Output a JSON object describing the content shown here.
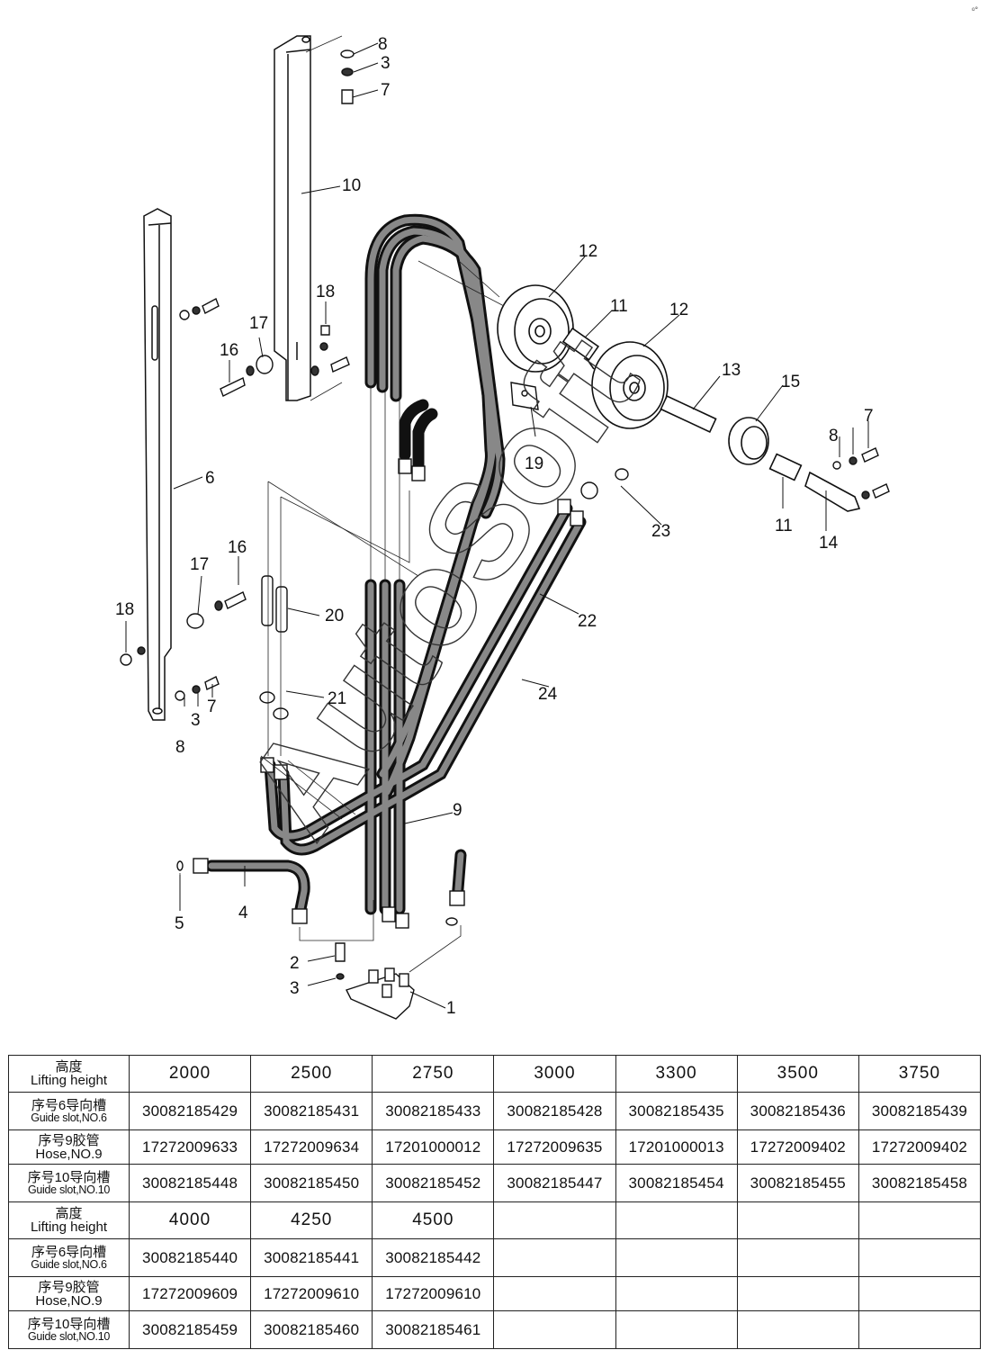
{
  "corner_mark": "ᵒ°",
  "watermark": "AutoSoft",
  "callouts": [
    "1",
    "2",
    "3",
    "3",
    "3",
    "4",
    "5",
    "6",
    "7",
    "7",
    "7",
    "8",
    "8",
    "8",
    "9",
    "10",
    "11",
    "11",
    "12",
    "12",
    "13",
    "14",
    "15",
    "16",
    "16",
    "17",
    "17",
    "18",
    "18",
    "19",
    "20",
    "21",
    "22",
    "23",
    "24"
  ],
  "table": {
    "row_headers": {
      "lifting_height": {
        "cn": "高度",
        "en": "Lifting height"
      },
      "guide_slot_6": {
        "cn": "序号6导向槽",
        "en": "Guide slot,NO.6"
      },
      "hose_9": {
        "cn": "序号9胶管",
        "en": "Hose,NO.9"
      },
      "guide_slot_10": {
        "cn": "序号10导向槽",
        "en": "Guide slot,NO.10"
      }
    },
    "block1": {
      "heights": [
        "2000",
        "2500",
        "2750",
        "3000",
        "3300",
        "3500",
        "3750"
      ],
      "guide_slot_6": [
        "30082185429",
        "30082185431",
        "30082185433",
        "30082185428",
        "30082185435",
        "30082185436",
        "30082185439"
      ],
      "hose_9": [
        "17272009633",
        "17272009634",
        "17201000012",
        "17272009635",
        "17201000013",
        "17272009402",
        "17272009402"
      ],
      "guide_slot_10": [
        "30082185448",
        "30082185450",
        "30082185452",
        "30082185447",
        "30082185454",
        "30082185455",
        "30082185458"
      ]
    },
    "block2": {
      "heights": [
        "4000",
        "4250",
        "4500",
        "",
        "",
        "",
        ""
      ],
      "guide_slot_6": [
        "30082185440",
        "30082185441",
        "30082185442",
        "",
        "",
        "",
        ""
      ],
      "hose_9": [
        "17272009609",
        "17272009610",
        "17272009610",
        "",
        "",
        "",
        ""
      ],
      "guide_slot_10": [
        "30082185459",
        "30082185460",
        "30082185461",
        "",
        "",
        "",
        ""
      ]
    }
  }
}
